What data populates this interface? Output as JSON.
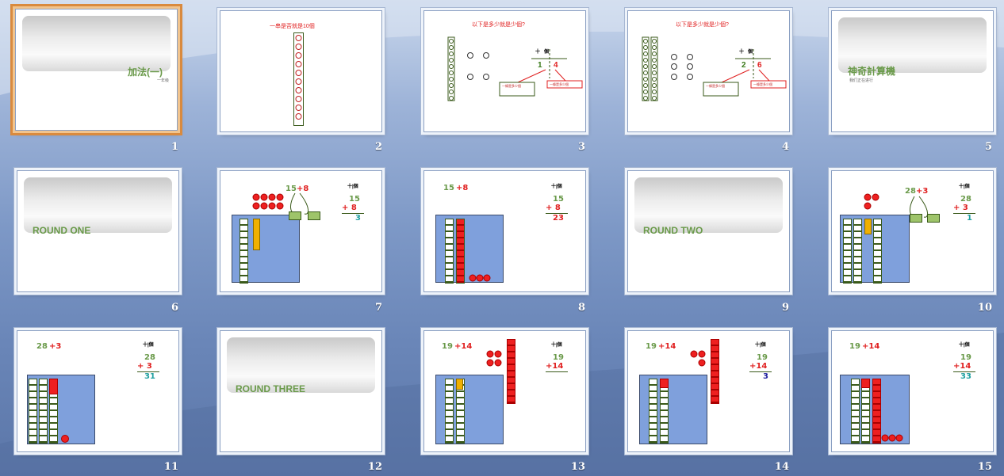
{
  "slides": [
    {
      "number": "1",
      "title": "加法(一)",
      "subtitle": "一年级"
    },
    {
      "number": "2",
      "title": "一串是否就是10個"
    },
    {
      "number": "3",
      "title": "以下是多少就是少個?",
      "ten": "1",
      "one": "4",
      "note_green": "一條是多少個",
      "note_red": "一條是多少個"
    },
    {
      "number": "4",
      "title": "以下是多少就是少個?",
      "ten": "2",
      "one": "6",
      "note_green": "一條是多少個",
      "note_red": "一條是多少個"
    },
    {
      "number": "5",
      "title": "神奇計算機",
      "subtitle": "我们正在进行"
    },
    {
      "number": "6",
      "title": "ROUND ONE"
    },
    {
      "number": "7",
      "expr_a": "15",
      "expr_b": "+8",
      "r1": "15",
      "r2": "+ 8",
      "r3": "3"
    },
    {
      "number": "8",
      "expr_a": "15",
      "expr_b": "+8",
      "r1": "15",
      "r2": "+ 8",
      "r3": "23"
    },
    {
      "number": "9",
      "title": "ROUND TWO"
    },
    {
      "number": "10",
      "expr_a": "28",
      "expr_b": "+3",
      "r1": "28",
      "r2": "+ 3",
      "r3": "1"
    },
    {
      "number": "11",
      "expr_a": "28",
      "expr_b": "+3",
      "r1": "28",
      "r2": "+ 3",
      "r3": "31"
    },
    {
      "number": "12",
      "title": "ROUND THREE"
    },
    {
      "number": "13",
      "expr_a": "19",
      "expr_b": "+14",
      "r1": "19",
      "r2": "+14",
      "r3": ""
    },
    {
      "number": "14",
      "expr_a": "19",
      "expr_b": "+14",
      "r1": "19",
      "r2": "+14",
      "r3": "3"
    },
    {
      "number": "15",
      "expr_a": "19",
      "expr_b": "+14",
      "r1": "19",
      "r2": "+14",
      "r3": "33"
    }
  ],
  "colors": {
    "accent_green": "#6a9a4a",
    "red": "#e02020",
    "selection": "#d98a3e",
    "box_blue": "#7fa0dc"
  }
}
